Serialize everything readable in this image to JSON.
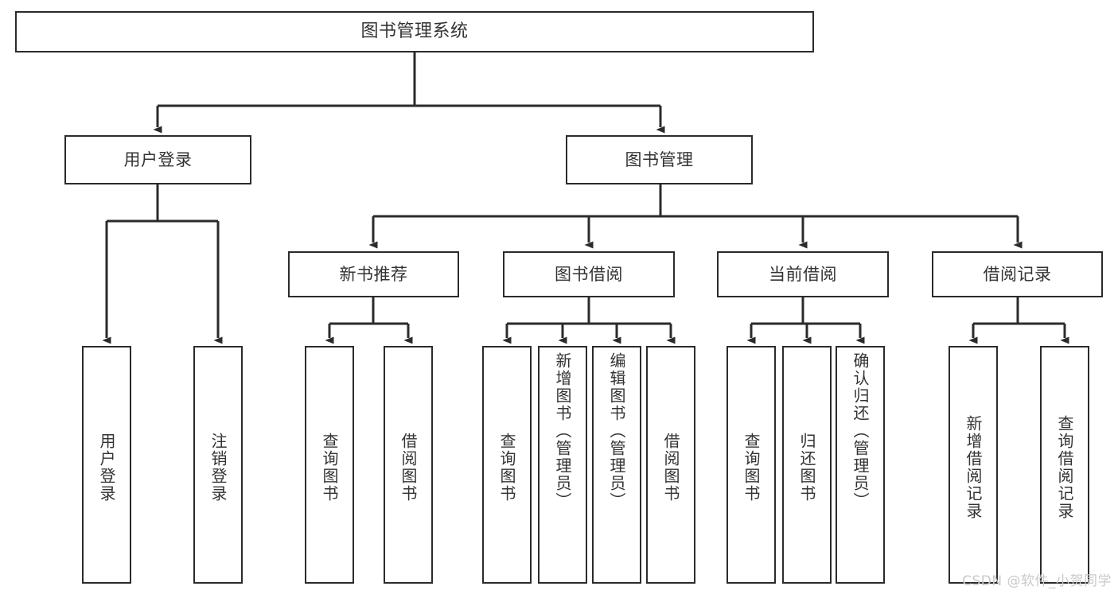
{
  "diagram": {
    "title": "图书管理系统",
    "type": "functional-structure-tree",
    "root": {
      "label": "图书管理系统"
    },
    "level2": [
      {
        "label": "用户登录"
      },
      {
        "label": "图书管理"
      }
    ],
    "level3": [
      {
        "label": "新书推荐"
      },
      {
        "label": "图书借阅"
      },
      {
        "label": "当前借阅"
      },
      {
        "label": "借阅记录"
      }
    ],
    "leaves": {
      "user_login": [
        {
          "label": "用户登录"
        },
        {
          "label": "注销登录"
        }
      ],
      "new_book_recommend": [
        {
          "label": "查询图书"
        },
        {
          "label": "借阅图书"
        }
      ],
      "book_borrow": [
        {
          "label": "查询图书"
        },
        {
          "label": "新增图书（管理员）"
        },
        {
          "label": "编辑图书（管理员）"
        },
        {
          "label": "借阅图书"
        }
      ],
      "current_borrow": [
        {
          "label": "查询图书"
        },
        {
          "label": "归还图书"
        },
        {
          "label": "确认归还（管理员）"
        }
      ],
      "borrow_record": [
        {
          "label": "新增借阅记录"
        },
        {
          "label": "查询借阅记录"
        }
      ]
    }
  },
  "watermark": {
    "text": "CSDN @软件_小贺同学"
  },
  "colors": {
    "box_border": "#2b2b2b",
    "box_fill": "#ffffff",
    "text": "#333333",
    "connector": "#2b2b2b",
    "watermark": "#c9c9c9",
    "background": "#ffffff"
  }
}
